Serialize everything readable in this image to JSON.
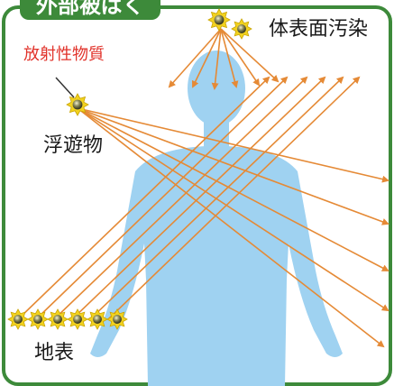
{
  "header": {
    "title": "外部被ばく"
  },
  "labels": {
    "body_surface": "体表面汚染",
    "radioactive_material": "放射性物質",
    "floating": "浮遊物",
    "ground": "地表"
  },
  "colors": {
    "frame_green": "#3d8a3a",
    "body_blue": "#9fd2f1",
    "arrow_orange": "#e58a36",
    "label_red": "#e1322a",
    "star_yellow": "#f2d21f"
  },
  "icons": {
    "particle": "star-particle-icon",
    "arrow": "arrow-icon"
  }
}
